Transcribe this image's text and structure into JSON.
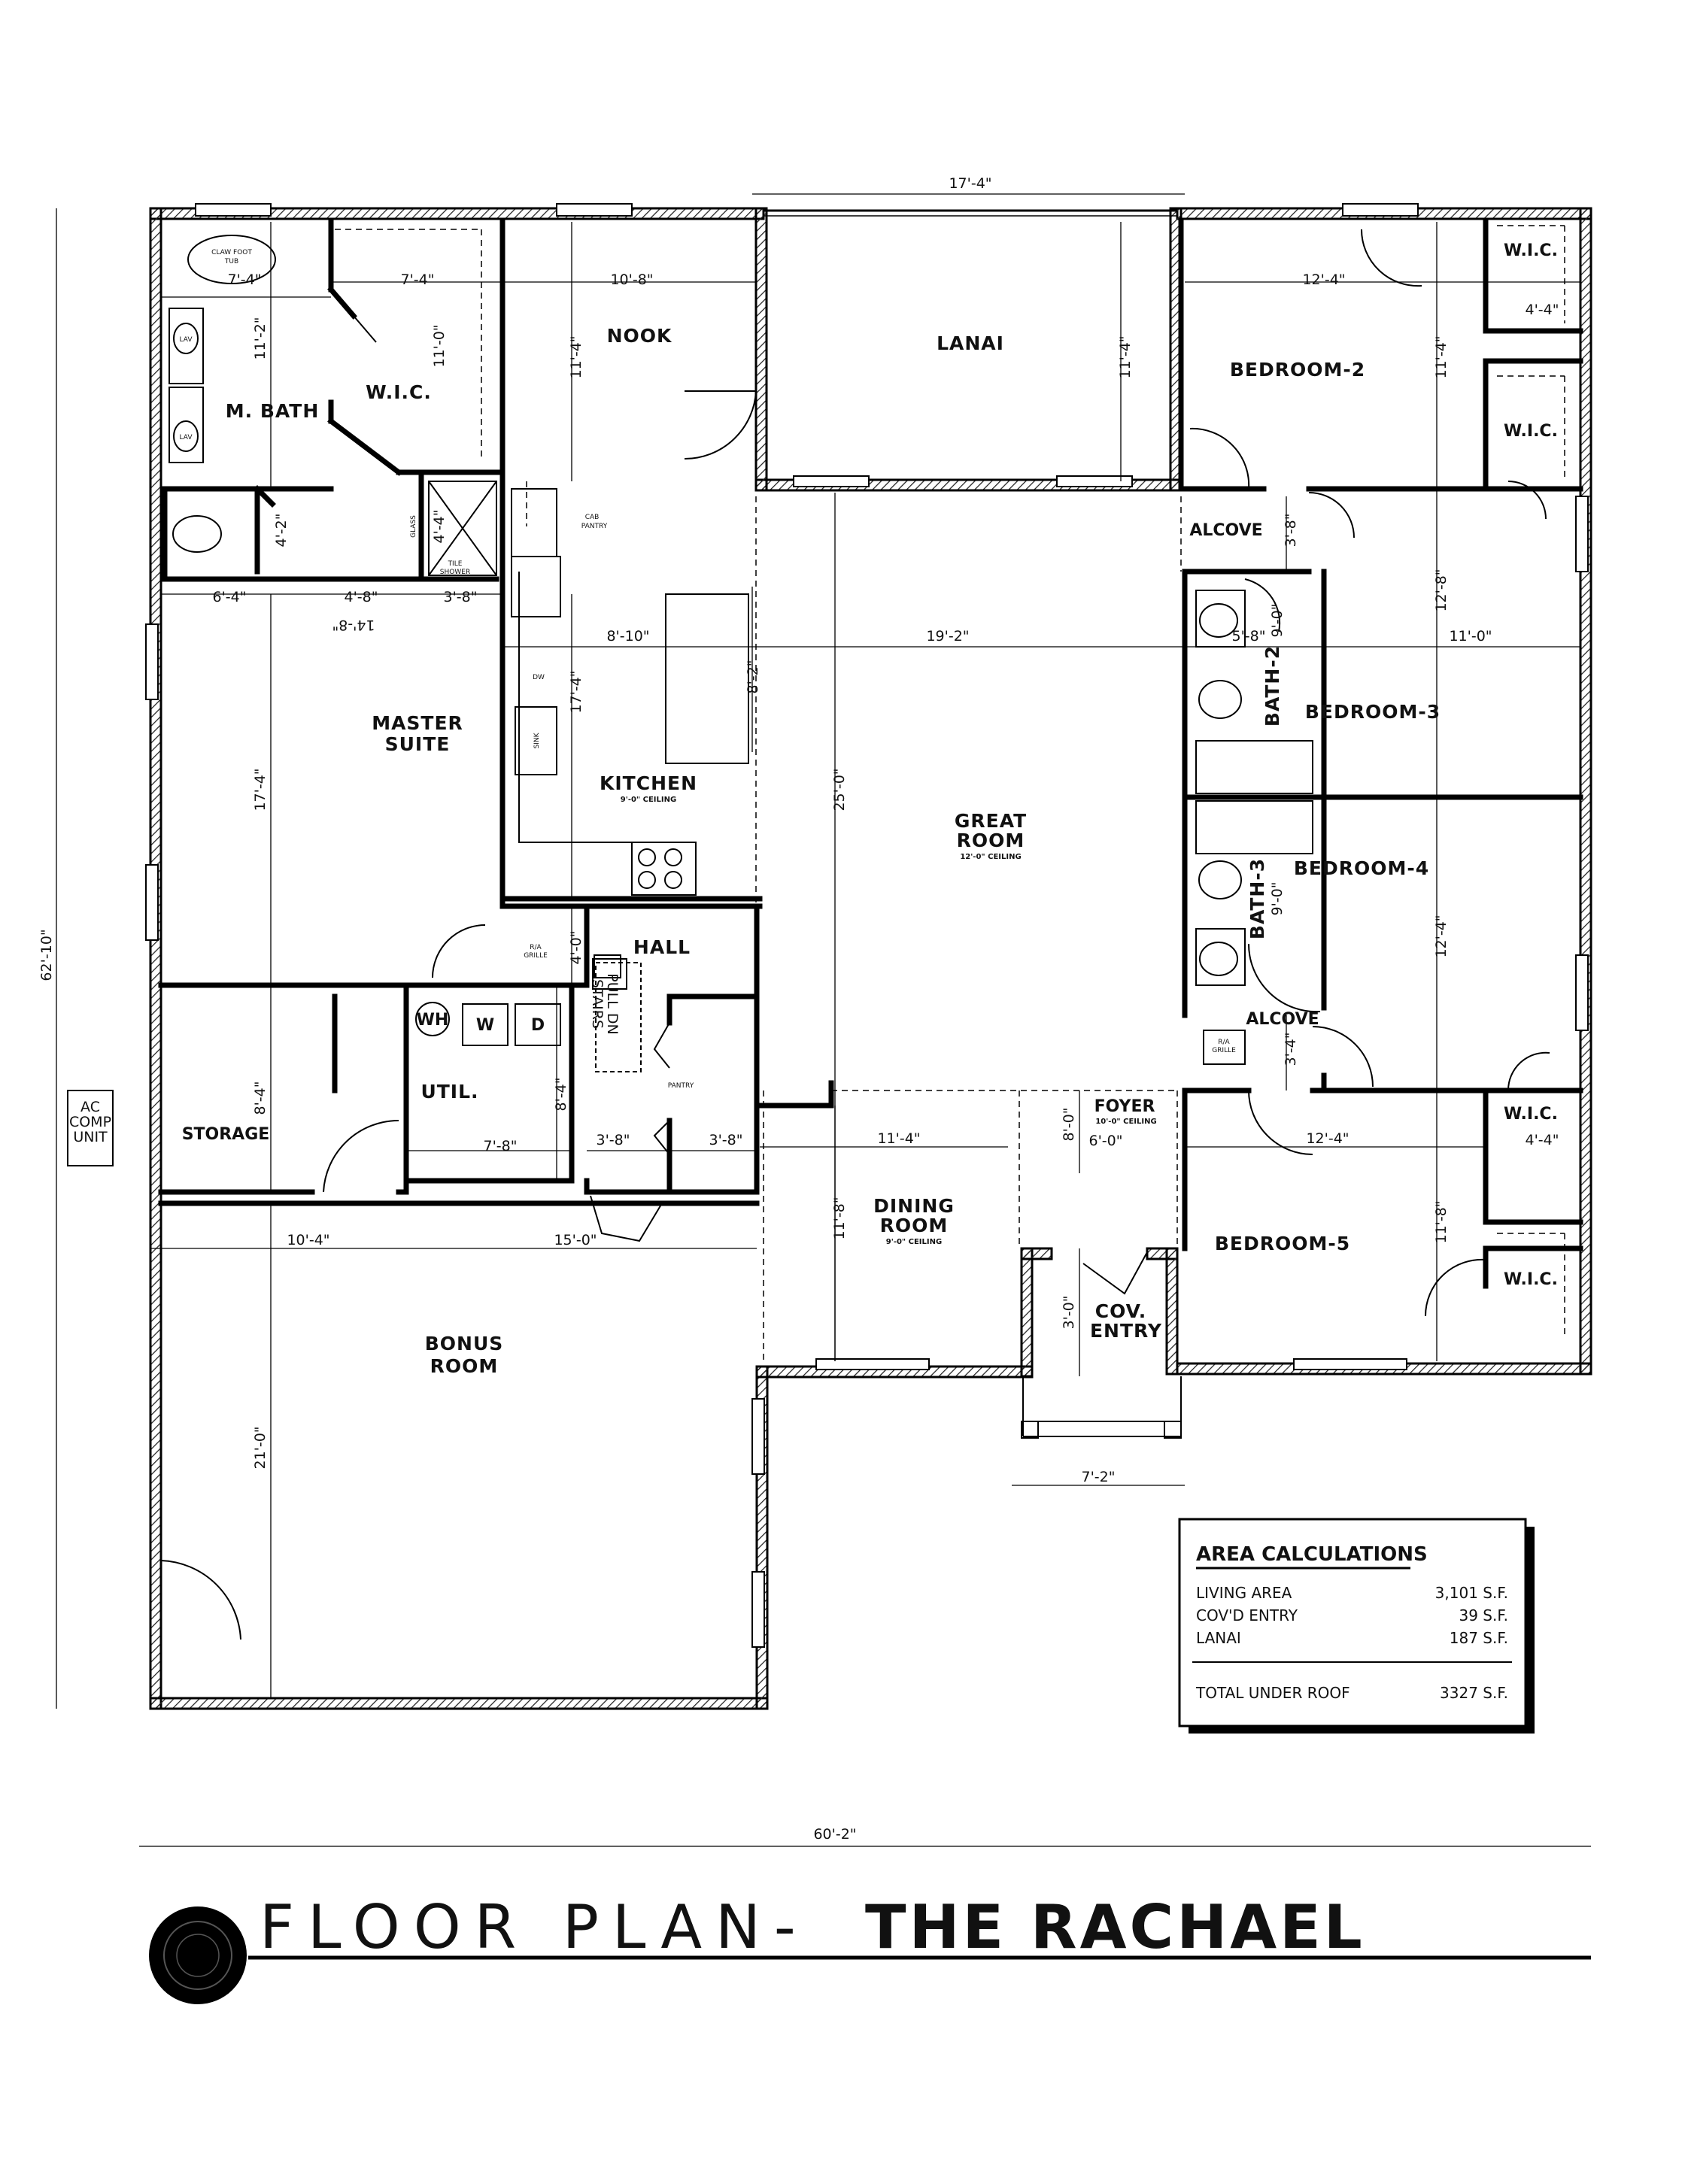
{
  "rooms": {
    "m_bath": "M. BATH",
    "wic_master": "W.I.C.",
    "nook": "NOOK",
    "lanai": "LANAI",
    "bedroom2": "BEDROOM-2",
    "wic_b2a": "W.I.C.",
    "wic_b2b": "W.I.C.",
    "alcove1": "ALCOVE",
    "bath2": "BATH-2",
    "bedroom3": "BEDROOM-3",
    "master_suite_1": "MASTER",
    "master_suite_2": "SUITE",
    "kitchen": "KITCHEN",
    "kitchen_ceiling": "9'-0\" CEILING",
    "great_room_1": "GREAT",
    "great_room_2": "ROOM",
    "great_ceiling": "12'-0\" CEILING",
    "bath3": "BATH-3",
    "bedroom4": "BEDROOM-4",
    "hall": "HALL",
    "alcove2": "ALCOVE",
    "util": "UTIL.",
    "storage": "STORAGE",
    "foyer": "FOYER",
    "foyer_ceiling": "10'-0\" CEILING",
    "wic_b5a": "W.I.C.",
    "wic_b5b": "W.I.C.",
    "dining_1": "DINING",
    "dining_2": "ROOM",
    "dining_ceiling": "9'-0\" CEILING",
    "bedroom5": "BEDROOM-5",
    "cov_entry_1": "COV.",
    "cov_entry_2": "ENTRY",
    "bonus_1": "BONUS",
    "bonus_2": "ROOM"
  },
  "fixtures": {
    "claw_tub_1": "CLAW FOOT",
    "claw_tub_2": "TUB",
    "lav1": "LAV",
    "lav2": "LAV",
    "glass": "GLASS",
    "tile_shower_1": "TILE",
    "tile_shower_2": "SHOWER",
    "cab_pantry_1": "CAB",
    "cab_pantry_2": "PANTRY",
    "dw": "DW",
    "sink": "SINK",
    "ra_grille_1a": "R/A",
    "ra_grille_1b": "GRILLE",
    "pull_dn_1": "PULL DN",
    "pull_dn_2": "STAIRS",
    "wh": "WH",
    "washer": "W",
    "dryer": "D",
    "pantry": "PANTRY",
    "ra_grille_2a": "R/A",
    "ra_grille_2b": "GRILLE",
    "ac_1": "AC",
    "ac_2": "COMP",
    "ac_3": "UNIT"
  },
  "dimensions": {
    "top_lanai": "17'-4\"",
    "left_total": "62'-10\"",
    "bottom_total": "60'-2\"",
    "tub_w": "7'-4\"",
    "wic_w": "7'-4\"",
    "mbath_h": "11'-2\"",
    "wic_h": "11'-0\"",
    "nook_w": "10'-8\"",
    "nook_h": "11'-4\"",
    "lanai_h": "11'-4\"",
    "b2_w": "12'-4\"",
    "b2_h": "11'-4\"",
    "wic_b2_w": "4'-4\"",
    "wc_h": "4'-2\"",
    "shower_h": "4'-4\"",
    "alcove_h": "3'-8\"",
    "ms_w1": "6'-4\"",
    "ms_w2": "4'-8\"",
    "ms_w3": "3'-8\"",
    "ms_w_total": "14'-8\"",
    "kitchen_w": "8'-10\"",
    "great_w": "19'-2\"",
    "bath2_w": "5'-8\"",
    "bath2_h": "9'-0\"",
    "b3_h": "12'-8\"",
    "b3_w": "11'-0\"",
    "ms_h": "17'-4\"",
    "kitchen_h": "17'-4\"",
    "island_h": "8'-2\"",
    "great_h": "25'-0\"",
    "bath3_h": "9'-0\"",
    "b4_h": "12'-4\"",
    "hall_h": "4'-0\"",
    "storage_h": "8'-4\"",
    "util_h": "8'-4\"",
    "util_w": "7'-8\"",
    "hall_w1": "3'-8\"",
    "hall_w2": "3'-8\"",
    "alcove2_h": "3'-4\"",
    "foyer_h": "8'-0\"",
    "foyer_w": "6'-0\"",
    "dining_w": "11'-4\"",
    "b5_w": "12'-4\"",
    "wic_b5_w": "4'-4\"",
    "bonus_w1": "10'-4\"",
    "bonus_w2": "15'-0\"",
    "dining_h": "11'-8\"",
    "b5_h": "11'-8\"",
    "cov_h": "3'-0\"",
    "cov_w": "7'-2\"",
    "bonus_h": "21'-0\""
  },
  "area_calculations": {
    "heading": "AREA CALCULATIONS",
    "rows": [
      {
        "label": "LIVING AREA",
        "value": "3,101 S.F."
      },
      {
        "label": "COV'D ENTRY",
        "value": "39 S.F."
      },
      {
        "label": "LANAI",
        "value": "187 S.F."
      }
    ],
    "total": {
      "label": "TOTAL UNDER ROOF",
      "value": "3327 S.F."
    }
  },
  "title": {
    "prefix": "FLOOR PLAN-",
    "name": "THE RACHAEL"
  }
}
